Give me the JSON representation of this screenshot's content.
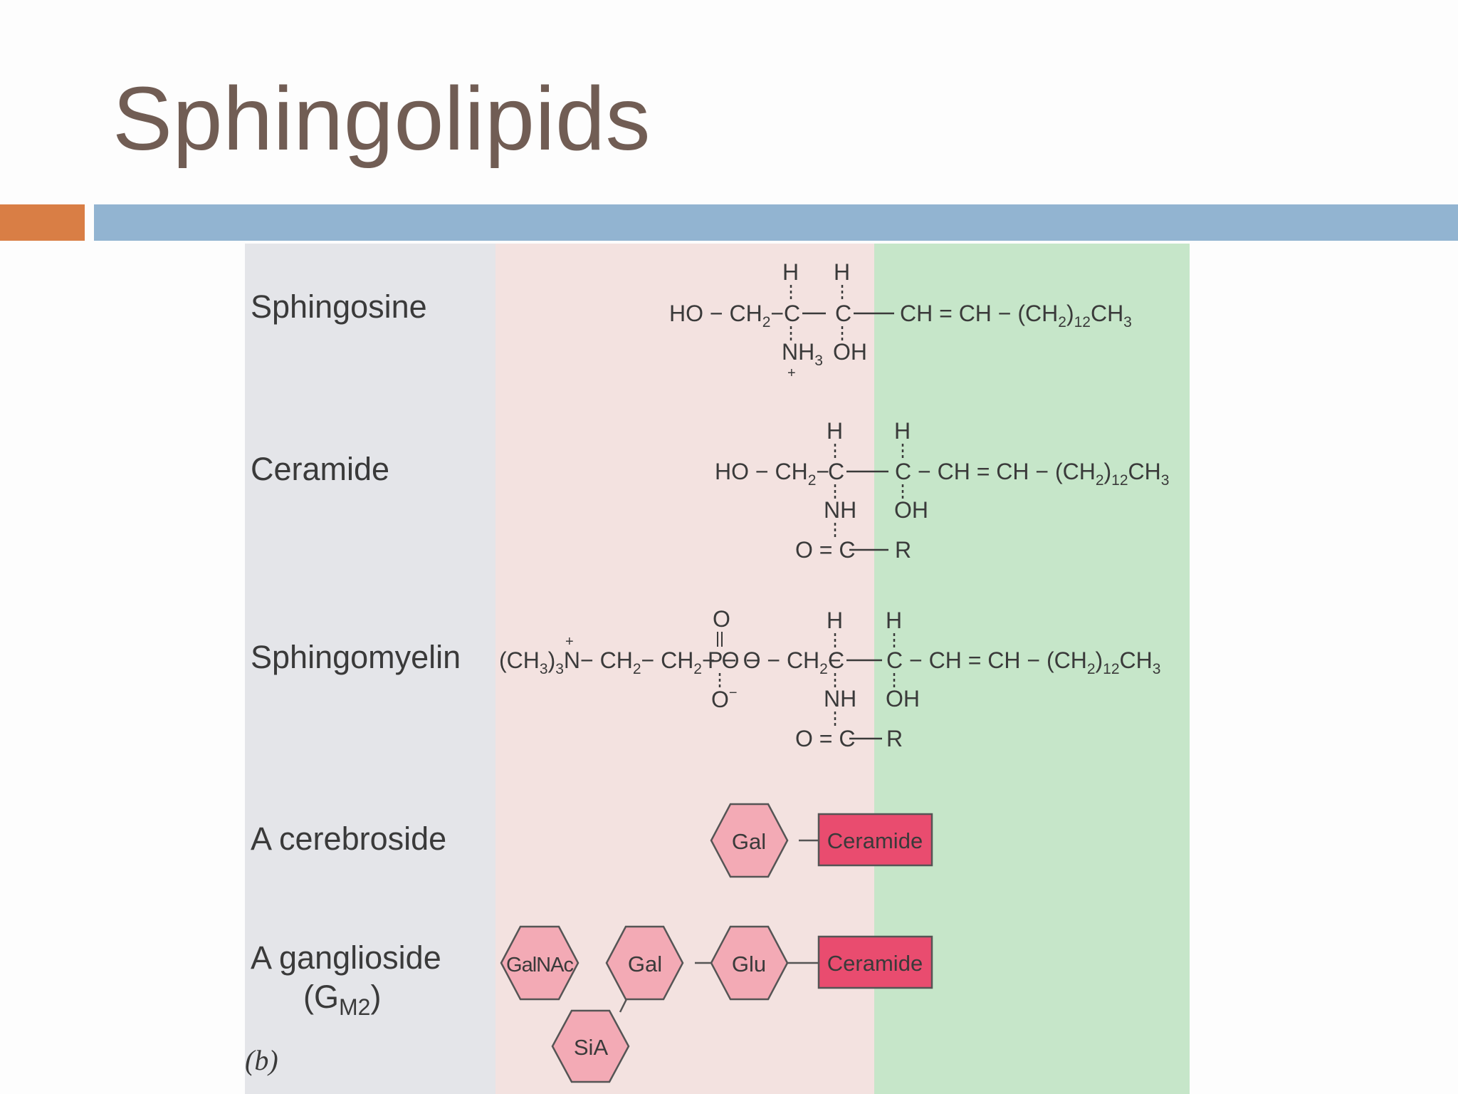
{
  "slide": {
    "title": "Sphingolipids",
    "colors": {
      "title": "#715d54",
      "accent_orange": "#d97e45",
      "accent_blue": "#92b4d1"
    }
  },
  "figure": {
    "panel_label": "(b)",
    "regions": {
      "left": "#e4e5e9",
      "middle": "#f3e2e0",
      "right": "#c6e6c9"
    },
    "rows": [
      {
        "name": "Sphingosine"
      },
      {
        "name": "Ceramide"
      },
      {
        "name": "Sphingomyelin"
      },
      {
        "name": "A cerebroside"
      },
      {
        "name": "A ganglioside",
        "sub_prefix": "(G",
        "sub_subscript": "M2",
        "sub_suffix": ")"
      }
    ],
    "sphingosine": {
      "head": "HO − CH",
      "sub2": "2",
      "dash": "−",
      "H": "H",
      "C": "C",
      "N": "NH",
      "sub3": "3",
      "plus": "+",
      "OH": "OH",
      "tail_a": "CH = CH − (CH",
      "tail_2": "2",
      "tail_b": ")",
      "tail_12": "12",
      "tail_c": "CH",
      "tail_3": "3"
    },
    "ceramide": {
      "head": "HO − CH",
      "sub2": "2",
      "dash": "−",
      "H": "H",
      "C": "C",
      "NH": "NH",
      "OH": "OH",
      "tail_a": "C − CH = CH − (CH",
      "tail_2": "2",
      "tail_b": ")",
      "tail_12": "12",
      "tail_c": "CH",
      "tail_3": "3",
      "carbonyl": "O = C",
      "R": "R"
    },
    "sphingomyelin": {
      "head_a": "(CH",
      "head_3": "3",
      "head_b": ")",
      "head_3b": "3",
      "N": "N",
      "plus": "+",
      "mid_a": "− CH",
      "mid_2": "2",
      "mid_b": "− CH",
      "mid_2b": "2",
      "mid_c": "− O −",
      "P": "P",
      "O": "O",
      "Ominus": "O",
      "minus": "−",
      "after_p": "− O − CH",
      "after_2": "2",
      "dash": "−",
      "H": "H",
      "C": "C",
      "NH": "NH",
      "OH": "OH",
      "tail_a": "C − CH = CH − (CH",
      "tail_2": "2",
      "tail_b": ")",
      "tail_12": "12",
      "tail_c": "CH",
      "tail_3": "3",
      "carbonyl": "O = C",
      "R": "R"
    },
    "cerebroside": {
      "sugar": "Gal",
      "ceramide": "Ceramide"
    },
    "ganglioside": {
      "galnac": "GalNAc",
      "gal": "Gal",
      "glu": "Glu",
      "sia": "SiA",
      "ceramide": "Ceramide"
    },
    "sugar_colors": {
      "hex_fill": "#f3aab5",
      "box_fill": "#e94c6f",
      "stroke": "#555555"
    }
  }
}
